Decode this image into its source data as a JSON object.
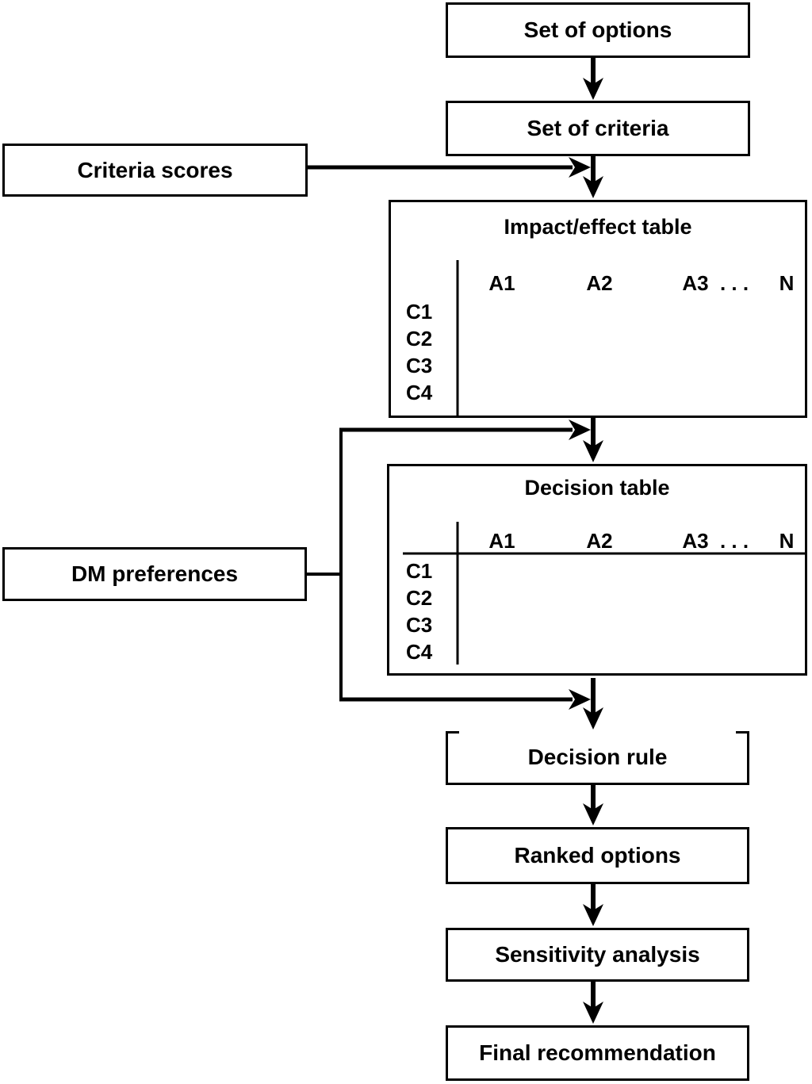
{
  "diagram": {
    "boxes": {
      "set_of_options": "Set of options",
      "set_of_criteria": "Set of criteria",
      "criteria_scores": "Criteria scores",
      "dm_preferences": "DM preferences",
      "decision_rule": "Decision rule",
      "ranked_options": "Ranked options",
      "sensitivity_analysis": "Sensitivity analysis",
      "final_recommendation": "Final recommendation"
    },
    "impact_table": {
      "title": "Impact/effect table",
      "columns": [
        "A1",
        "A2",
        "A3",
        ". . .",
        "N"
      ],
      "rows": [
        "C1",
        "C2",
        "C3",
        "C4"
      ]
    },
    "decision_table": {
      "title": "Decision table",
      "columns": [
        "A1",
        "A2",
        "A3",
        ". . .",
        "N"
      ],
      "rows": [
        "C1",
        "C2",
        "C3",
        "C4"
      ]
    },
    "colors": {
      "line": "#000000",
      "background": "#ffffff"
    }
  }
}
